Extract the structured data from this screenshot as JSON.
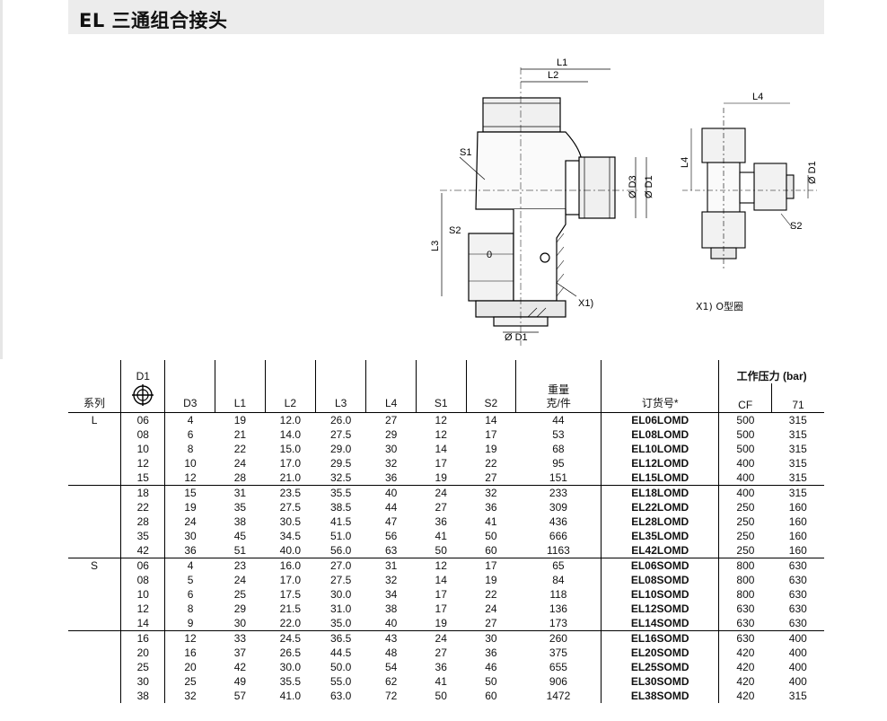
{
  "title": "EL 三通组合接头",
  "drawing": {
    "labels": {
      "l1": "L1",
      "l2": "L2",
      "l3": "L3",
      "l4": "L4",
      "s1": "S1",
      "s2_left": "S2",
      "s2_right": "S2",
      "d3": "Ø D3",
      "d1_side": "Ø D1",
      "d1_bottom": "Ø D1",
      "d1_right": "Ø D1",
      "x1": "X1)",
      "o": "0"
    },
    "footnote": "X1) O型圈"
  },
  "table": {
    "headers": {
      "series": "系列",
      "d1": "D1",
      "d3": "D3",
      "l1": "L1",
      "l2": "L2",
      "l3": "L3",
      "l4": "L4",
      "s1": "S1",
      "s2": "S2",
      "weight_top": "重量",
      "weight_bottom": "克/件",
      "order_code": "订货号*",
      "pressure": "工作压力 (bar)",
      "cf": "CF",
      "p71": "71"
    },
    "groups": [
      {
        "series": "L",
        "rows": [
          [
            "06",
            "4",
            "19",
            "12.0",
            "26.0",
            "27",
            "12",
            "14",
            "44",
            "EL06LOMD",
            "500",
            "315"
          ],
          [
            "08",
            "6",
            "21",
            "14.0",
            "27.5",
            "29",
            "12",
            "17",
            "53",
            "EL08LOMD",
            "500",
            "315"
          ],
          [
            "10",
            "8",
            "22",
            "15.0",
            "29.0",
            "30",
            "14",
            "19",
            "68",
            "EL10LOMD",
            "500",
            "315"
          ],
          [
            "12",
            "10",
            "24",
            "17.0",
            "29.5",
            "32",
            "17",
            "22",
            "95",
            "EL12LOMD",
            "400",
            "315"
          ],
          [
            "15",
            "12",
            "28",
            "21.0",
            "32.5",
            "36",
            "19",
            "27",
            "151",
            "EL15LOMD",
            "400",
            "315"
          ]
        ]
      },
      {
        "series": "",
        "rows": [
          [
            "18",
            "15",
            "31",
            "23.5",
            "35.5",
            "40",
            "24",
            "32",
            "233",
            "EL18LOMD",
            "400",
            "315"
          ],
          [
            "22",
            "19",
            "35",
            "27.5",
            "38.5",
            "44",
            "27",
            "36",
            "309",
            "EL22LOMD",
            "250",
            "160"
          ],
          [
            "28",
            "24",
            "38",
            "30.5",
            "41.5",
            "47",
            "36",
            "41",
            "436",
            "EL28LOMD",
            "250",
            "160"
          ],
          [
            "35",
            "30",
            "45",
            "34.5",
            "51.0",
            "56",
            "41",
            "50",
            "666",
            "EL35LOMD",
            "250",
            "160"
          ],
          [
            "42",
            "36",
            "51",
            "40.0",
            "56.0",
            "63",
            "50",
            "60",
            "1163",
            "EL42LOMD",
            "250",
            "160"
          ]
        ]
      },
      {
        "series": "S",
        "rows": [
          [
            "06",
            "4",
            "23",
            "16.0",
            "27.0",
            "31",
            "12",
            "17",
            "65",
            "EL06SOMD",
            "800",
            "630"
          ],
          [
            "08",
            "5",
            "24",
            "17.0",
            "27.5",
            "32",
            "14",
            "19",
            "84",
            "EL08SOMD",
            "800",
            "630"
          ],
          [
            "10",
            "6",
            "25",
            "17.5",
            "30.0",
            "34",
            "17",
            "22",
            "118",
            "EL10SOMD",
            "800",
            "630"
          ],
          [
            "12",
            "8",
            "29",
            "21.5",
            "31.0",
            "38",
            "17",
            "24",
            "136",
            "EL12SOMD",
            "630",
            "630"
          ],
          [
            "14",
            "9",
            "30",
            "22.0",
            "35.0",
            "40",
            "19",
            "27",
            "173",
            "EL14SOMD",
            "630",
            "630"
          ]
        ]
      },
      {
        "series": "",
        "rows": [
          [
            "16",
            "12",
            "33",
            "24.5",
            "36.5",
            "43",
            "24",
            "30",
            "260",
            "EL16SOMD",
            "630",
            "400"
          ],
          [
            "20",
            "16",
            "37",
            "26.5",
            "44.5",
            "48",
            "27",
            "36",
            "375",
            "EL20SOMD",
            "420",
            "400"
          ],
          [
            "25",
            "20",
            "42",
            "30.0",
            "50.0",
            "54",
            "36",
            "46",
            "655",
            "EL25SOMD",
            "420",
            "400"
          ],
          [
            "30",
            "25",
            "49",
            "35.5",
            "55.0",
            "62",
            "41",
            "50",
            "906",
            "EL30SOMD",
            "420",
            "400"
          ],
          [
            "38",
            "32",
            "57",
            "41.0",
            "63.0",
            "72",
            "50",
            "60",
            "1472",
            "EL38SOMD",
            "420",
            "315"
          ]
        ]
      }
    ]
  }
}
